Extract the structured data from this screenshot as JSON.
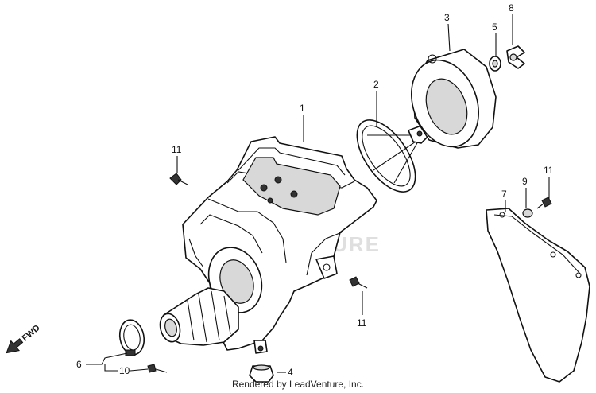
{
  "callouts": {
    "c1": "1",
    "c2": "2",
    "c3": "3",
    "c4": "4",
    "c5": "5",
    "c6": "6",
    "c7": "7",
    "c8": "8",
    "c9": "9",
    "c10": "10",
    "c11a": "11",
    "c11b": "11",
    "c11c": "11"
  },
  "fwd_label": "FWD",
  "watermark": "LEADVENTURE",
  "footer": "Rendered by LeadVenture, Inc.",
  "colors": {
    "line": "#111111",
    "background": "#ffffff"
  }
}
